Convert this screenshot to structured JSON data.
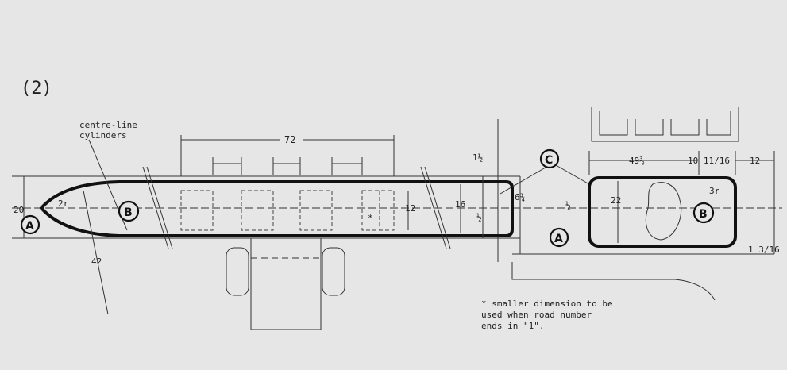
{
  "figure_label": "(2)",
  "centre_line_note": [
    "centre-line",
    "cylinders"
  ],
  "dimensions": {
    "overall_72": "72",
    "tip_radius": "2r",
    "height_20": "20",
    "length_42": "42",
    "inner_12": "12",
    "height_16": "16",
    "top_1_half": "1½",
    "mid_half": "½",
    "end_6_3_4": "6¾",
    "gap_half": "½",
    "height_22": "22",
    "width_49_3_8": "49⅜",
    "width_10_11_16": "10 11/16",
    "right_12": "12",
    "corner_3r": "3r",
    "bottom_1_3_16": "1 3/16"
  },
  "markers": {
    "a_left": "A",
    "b_left": "B",
    "c_top": "C",
    "a_mid": "A",
    "b_right": "B"
  },
  "asterisk": "*",
  "footnote": [
    "* smaller dimension to be",
    "used when road number",
    "ends in \"1\"."
  ]
}
